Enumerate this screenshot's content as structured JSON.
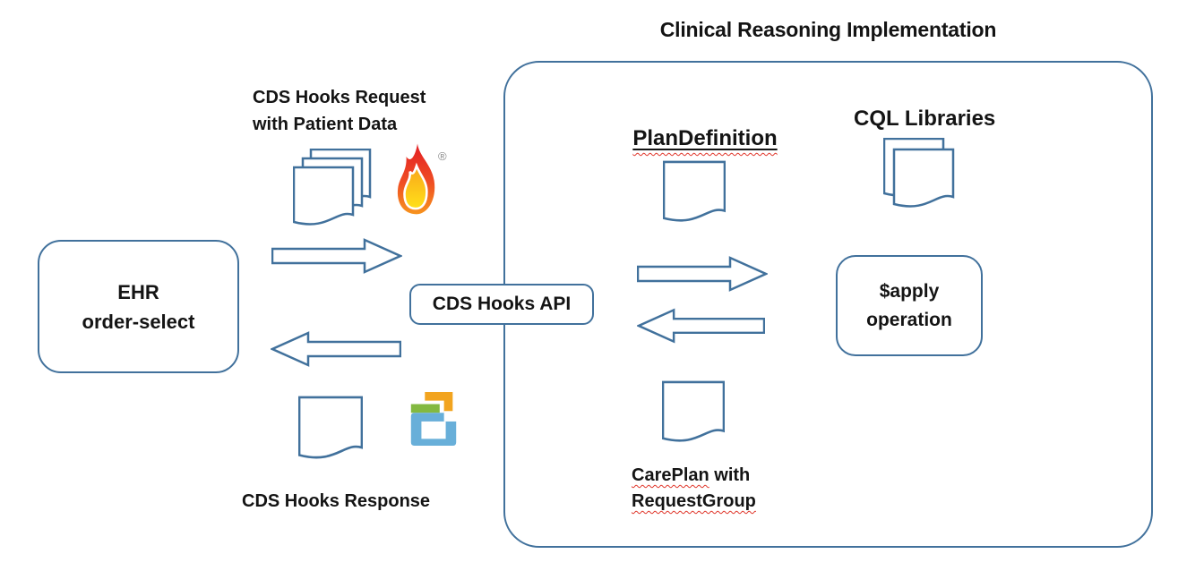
{
  "title": "Clinical Reasoning Implementation",
  "colors": {
    "shape_outline": "#41719C",
    "text": "#141414",
    "spellcheck_squiggle": "#E0362B",
    "flame_red": "#E31E24",
    "flame_orange": "#F7941E",
    "flame_yellow": "#FFE11A",
    "hook_orange": "#F2A41F",
    "hook_green": "#83B940",
    "hook_blue": "#68AFD9",
    "registered_gray": "#8A8A8A"
  },
  "ehr_node": {
    "line1": "EHR",
    "line2": "order-select"
  },
  "cds_api_node": {
    "label": "CDS Hooks API"
  },
  "apply_node": {
    "line1": "$apply",
    "line2": "operation"
  },
  "request_label": {
    "line1": "CDS Hooks Request",
    "line2": "with Patient Data"
  },
  "response_label": "CDS Hooks Response",
  "plandefinition_label": "PlanDefinition",
  "cql_label": "CQL Libraries",
  "careplan_label": {
    "word1": "CarePlan",
    "word2": " with",
    "line2": "RequestGroup"
  },
  "registered_mark": "®",
  "icons": {
    "fhir_flame": "fhir-flame-icon",
    "cds_hooks_logo": "cds-hooks-logo-icon",
    "request_documents": "document-stack-icon",
    "response_document": "document-icon",
    "plandefinition_document": "document-icon",
    "cql_documents": "document-stack-icon",
    "careplan_document": "document-icon",
    "arrows": [
      "arrow-right-icon",
      "arrow-left-icon",
      "arrow-right-icon",
      "arrow-left-icon"
    ]
  }
}
